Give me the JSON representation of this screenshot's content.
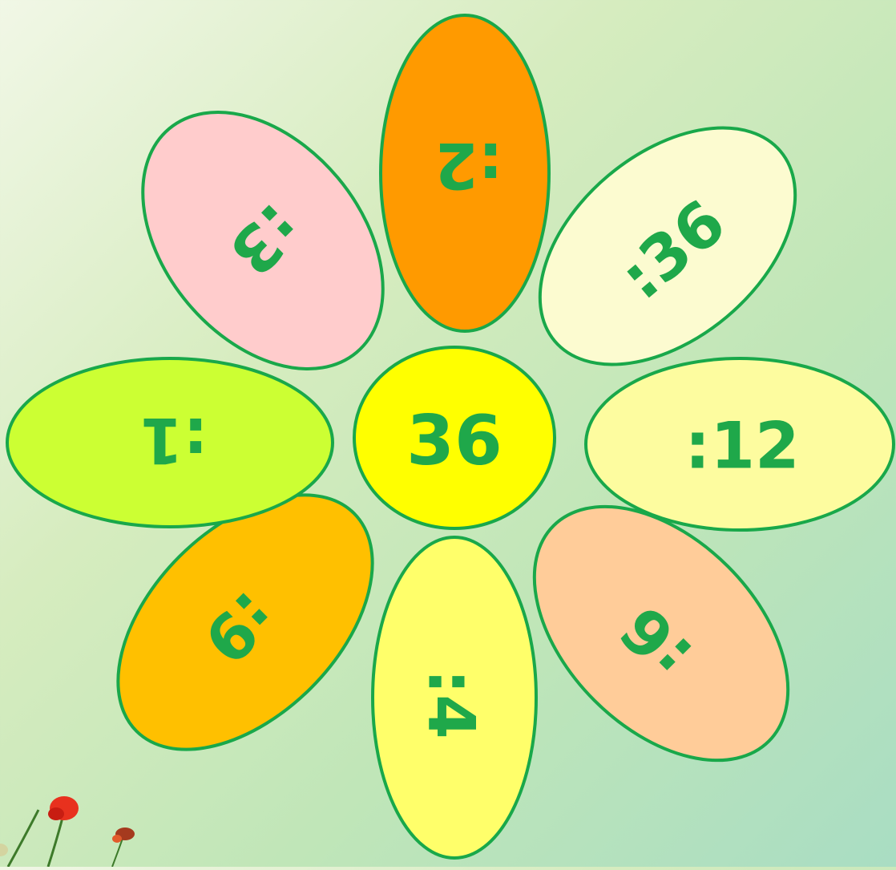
{
  "center": {
    "label": "36",
    "color": "#ffff00"
  },
  "outline_color": "#19a84a",
  "text_color": "#1fa84a",
  "petals": [
    {
      "id": "top",
      "label": ":2",
      "color": "#ff9a00"
    },
    {
      "id": "top-right",
      "label": ":36",
      "color": "#fcfbd0"
    },
    {
      "id": "right",
      "label": ":12",
      "color": "#fdfc9f"
    },
    {
      "id": "bottom-right",
      "label": ":6",
      "color": "#ffcc99"
    },
    {
      "id": "bottom",
      "label": ":4",
      "color": "#ffff6a"
    },
    {
      "id": "bottom-left",
      "label": ":9",
      "color": "#ffc000"
    },
    {
      "id": "left",
      "label": ":1",
      "color": "#ccff33"
    },
    {
      "id": "top-left",
      "label": ":3",
      "color": "#ffcccc"
    }
  ],
  "decoration": {
    "name": "poppy-flowers"
  }
}
